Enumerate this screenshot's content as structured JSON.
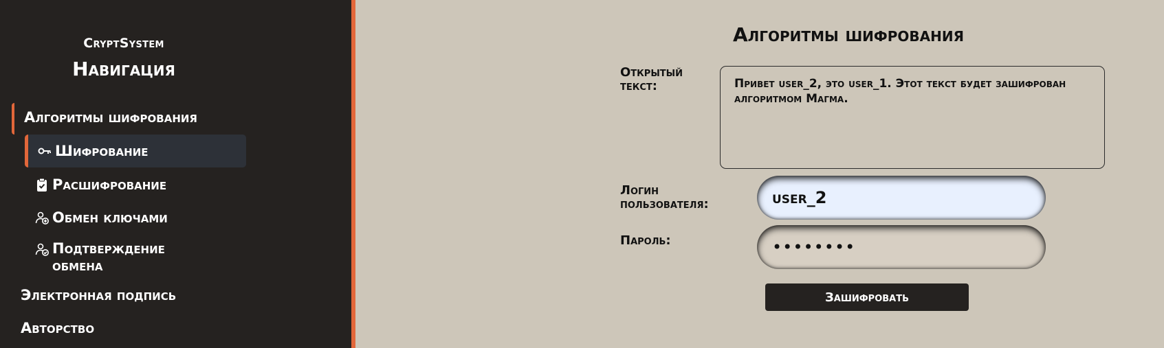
{
  "sidebar": {
    "brand": "CryptSystem",
    "title": "Навигация",
    "groups": [
      {
        "label": "Алгоритмы шифрования",
        "items": [
          {
            "label": "Шифрование",
            "icon": "key-icon"
          },
          {
            "label": "Расшифрование",
            "icon": "clipboard-check-icon"
          },
          {
            "label": "Обмен ключами",
            "icon": "user-add-icon"
          },
          {
            "label": "Подтверждение обмена",
            "icon": "user-check-icon"
          }
        ]
      },
      {
        "label": "Электронная подпись"
      },
      {
        "label": "Авторство"
      }
    ]
  },
  "main": {
    "title": "Алгоритмы шифрования",
    "plaintext_label": "Открытый текст:",
    "plaintext_value": "Привет user_2, это user_1. Этот текст будет зашифрован алгоритмом Магма.",
    "login_label": "Логин пользователя:",
    "login_value": "user_2",
    "password_label": "Пароль:",
    "password_value": "••••••••",
    "encrypt_button": "Зашифровать"
  },
  "colors": {
    "sidebar_bg": "#252220",
    "accent": "#e2673a",
    "page_bg": "#cdc6b9",
    "active_item_bg": "#2d3138",
    "login_bg": "#e8f0fe"
  }
}
